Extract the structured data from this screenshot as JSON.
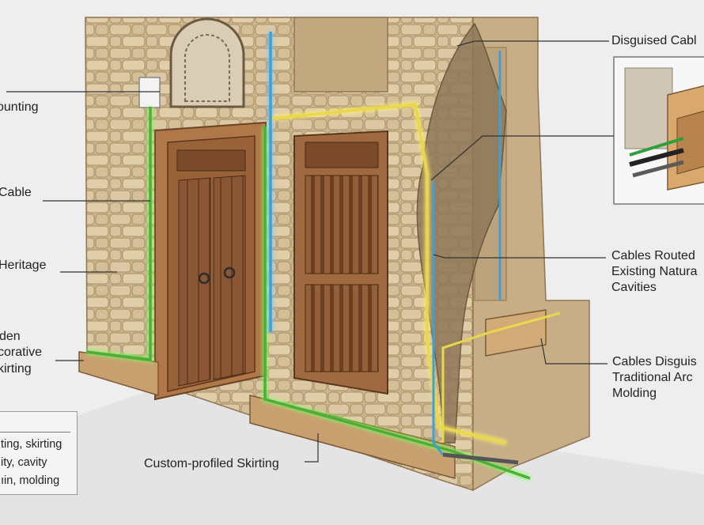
{
  "labels": {
    "disguised_cable": "Disguised Cabl",
    "mounting": "ounting",
    "cable": "Cable",
    "heritage": "Heritage",
    "hidden_line1": "den",
    "hidden_line2": "corative",
    "hidden_line3": "kirting",
    "cavities_line1": "Cables Routed",
    "cavities_line2": "Existing Natura",
    "cavities_line3": "Cavities",
    "molding_line1": "Cables Disguis",
    "molding_line2": "Traditional Arc",
    "molding_line3": "Molding",
    "skirting": "Custom-profiled Skirting"
  },
  "legend": {
    "rows": [
      "ting, skirting",
      "ity, cavity",
      "ıin, molding"
    ]
  },
  "colors": {
    "stone": "#d8c4a0",
    "wood": "#8a5a36",
    "green_cable": "#4caf3a",
    "yellow_cable": "#e8d84a",
    "blue_cable": "#3f9fd8",
    "text": "#222222"
  }
}
